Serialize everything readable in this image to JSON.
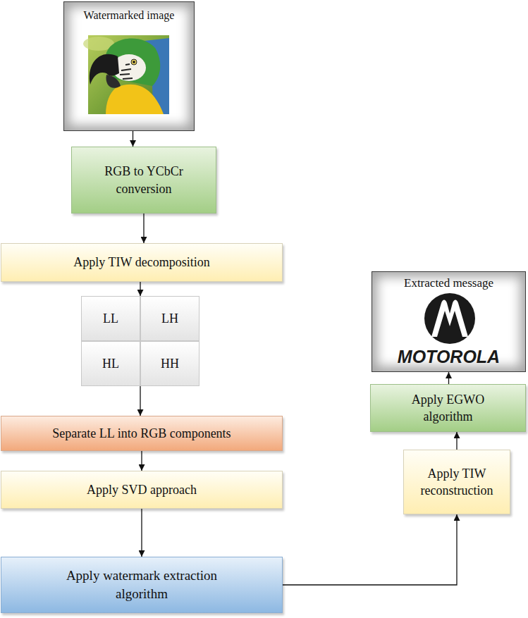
{
  "diagram": {
    "nodes": [
      {
        "text": [
          "Watermarked image"
        ]
      },
      {
        "text": [
          "RGB to YCbCr conversion"
        ]
      },
      {
        "text": [
          "Apply TIW decomposition"
        ]
      },
      {
        "text": [
          "LL",
          "LH",
          "HL",
          "HH"
        ]
      },
      {
        "text": [
          "Separate LL into RGB components"
        ]
      },
      {
        "text": [
          "Apply SVD approach"
        ]
      },
      {
        "text": [
          "Apply watermark extraction algorithm"
        ]
      },
      {
        "text": [
          "Apply TIW reconstruction"
        ]
      },
      {
        "text": [
          "Apply EGWO algorithm"
        ]
      },
      {
        "text": [
          "Extracted message",
          "MOTOROLA"
        ]
      }
    ],
    "edges": [
      {
        "from": 0,
        "to": 1,
        "arrow": "to"
      },
      {
        "from": 1,
        "to": 2,
        "arrow": "to"
      },
      {
        "from": 2,
        "to": 3,
        "arrow": "to"
      },
      {
        "from": 3,
        "to": 4,
        "arrow": "to"
      },
      {
        "from": 4,
        "to": 5,
        "arrow": "to"
      },
      {
        "from": 5,
        "to": 6,
        "arrow": "to"
      },
      {
        "from": 6,
        "to": 7,
        "arrow": "to"
      },
      {
        "from": 7,
        "to": 8,
        "arrow": "to"
      },
      {
        "from": 8,
        "to": 9,
        "arrow": "to"
      }
    ]
  }
}
